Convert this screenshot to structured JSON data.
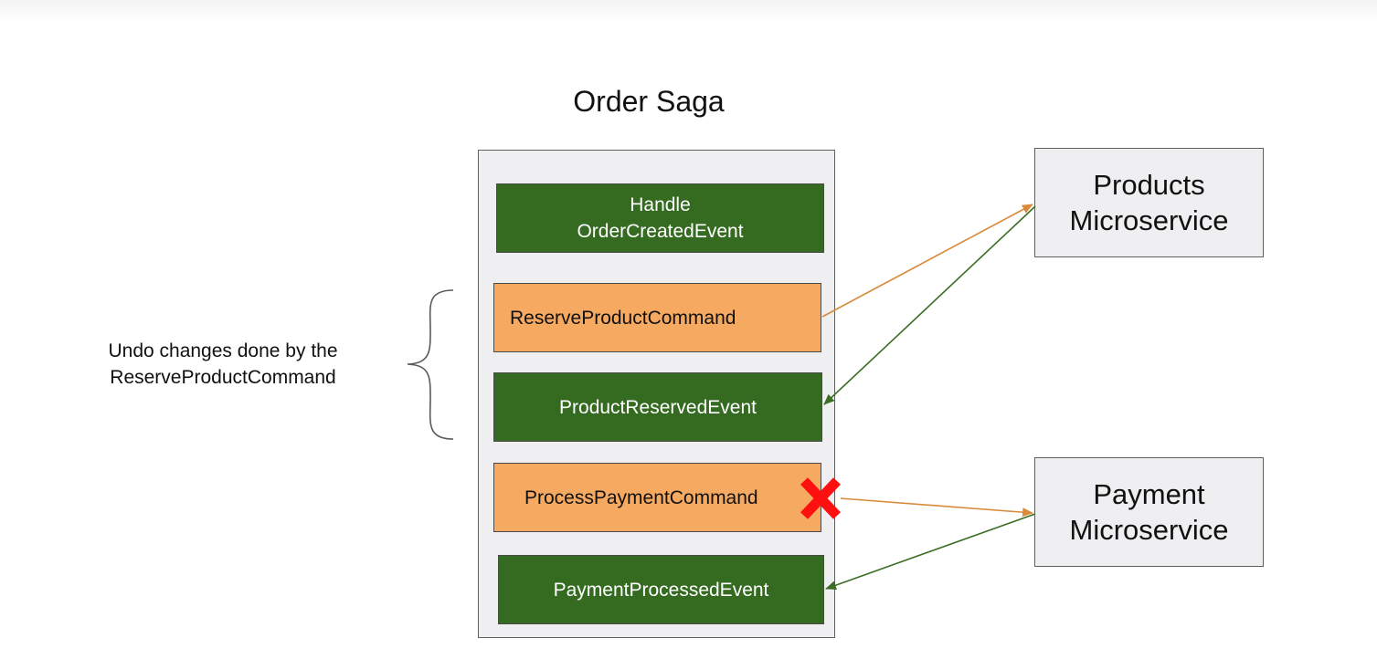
{
  "title": "Order Saga",
  "saga_steps": [
    {
      "label_lines": [
        "Handle",
        "OrderCreatedEvent"
      ],
      "kind": "event"
    },
    {
      "label_lines": [
        "ReserveProductCommand"
      ],
      "kind": "command"
    },
    {
      "label_lines": [
        "ProductReservedEvent"
      ],
      "kind": "event"
    },
    {
      "label_lines": [
        "ProcessPaymentCommand"
      ],
      "kind": "command",
      "failed": true
    },
    {
      "label_lines": [
        "PaymentProcessedEvent"
      ],
      "kind": "event"
    }
  ],
  "services": {
    "products": {
      "line1": "Products",
      "line2": "Microservice"
    },
    "payment": {
      "line1": "Payment",
      "line2": "Microservice"
    }
  },
  "compensation_note": {
    "line1": "Undo changes done by the",
    "line2": "ReserveProductCommand"
  },
  "colors": {
    "event_fill": "#356b21",
    "command_fill": "#f6a960",
    "command_arrow": "#d98a3a",
    "event_arrow": "#3c6e25",
    "failure_mark": "#ff1010"
  }
}
